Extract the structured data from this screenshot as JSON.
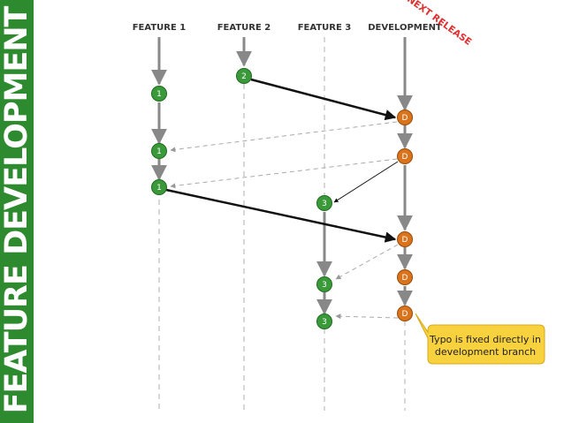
{
  "page_title": "FEATURE DEVELOPMENT",
  "columns": [
    "FEATURE 1",
    "FEATURE 2",
    "FEATURE 3",
    "DEVELOPMENT"
  ],
  "node_labels": {
    "feature1": "1",
    "feature2": "2",
    "feature3": "3",
    "development": "D"
  },
  "stamp": "NEXT RELEASE",
  "callout": "Typo is fixed directly in development branch",
  "colors": {
    "sidebar": "#2e8a2e",
    "feature_node": "#3a9a3a",
    "development_node": "#d9731c",
    "callout": "#f8d13f",
    "stamp": "#e03030"
  }
}
